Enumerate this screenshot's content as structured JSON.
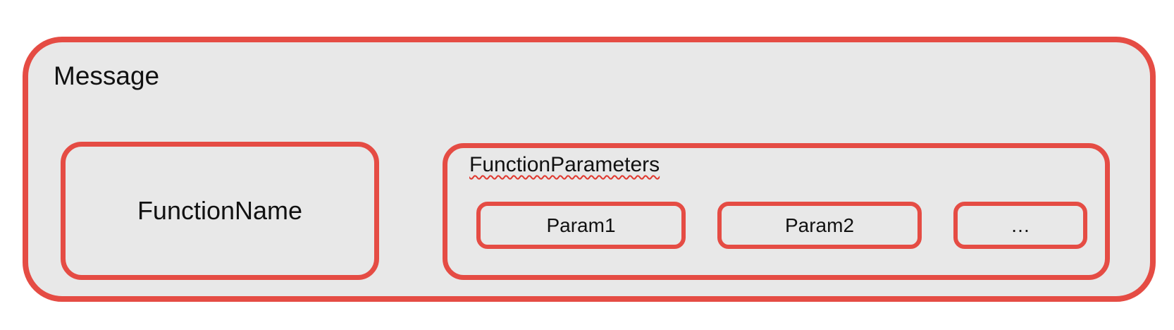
{
  "colors": {
    "border_red": "#e54c44",
    "squiggle_red": "#e0382e",
    "box_fill": "#e8e8e8",
    "text": "#111111"
  },
  "diagram": {
    "message_label": "Message",
    "function_name_label": "FunctionName",
    "function_parameters_label": "FunctionParameters",
    "params": [
      {
        "label": "Param1"
      },
      {
        "label": "Param2"
      },
      {
        "label": "…"
      }
    ]
  }
}
